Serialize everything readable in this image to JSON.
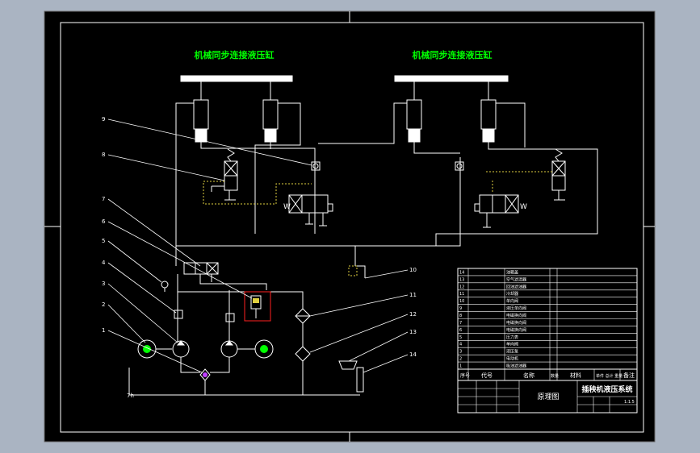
{
  "titles": {
    "left_cylinder": "机械同步连接液压缸",
    "right_cylinder": "机械同步连接液压缸"
  },
  "callouts": [
    "1",
    "2",
    "3",
    "4",
    "5",
    "6",
    "7",
    "8",
    "9",
    "10",
    "11",
    "12",
    "13",
    "14"
  ],
  "labels": {
    "valve_w": "W",
    "tank": "7h"
  },
  "bom": {
    "rows": [
      {
        "no": "14",
        "name": "油箱盖"
      },
      {
        "no": "13",
        "name": "空气滤清器"
      },
      {
        "no": "12",
        "name": "回油滤油器"
      },
      {
        "no": "11",
        "name": "冷却器"
      },
      {
        "no": "10",
        "name": "单向阀"
      },
      {
        "no": "9",
        "name": "液压单向阀"
      },
      {
        "no": "8",
        "name": "电磁换向阀"
      },
      {
        "no": "7",
        "name": "电磁换向阀"
      },
      {
        "no": "6",
        "name": "电磁换向阀"
      },
      {
        "no": "5",
        "name": "压力表"
      },
      {
        "no": "4",
        "name": "单向阀"
      },
      {
        "no": "3",
        "name": "液压泵"
      },
      {
        "no": "2",
        "name": "电动机"
      },
      {
        "no": "1",
        "name": "吸油滤油器"
      }
    ],
    "header": {
      "seq": "序号",
      "code": "代号",
      "name": "名称",
      "qty": "数量",
      "material": "材料",
      "weight": "单件 总计 重量",
      "remark": "备注"
    },
    "drawing_name": "原理图",
    "system_name": "插秧机液压系统",
    "scale": "1:1.5"
  },
  "colors": {
    "background": "#000000",
    "line": "#ffffff",
    "title": "#00ff00",
    "pilot": "#e0d040",
    "highlight": "#ff2020"
  }
}
